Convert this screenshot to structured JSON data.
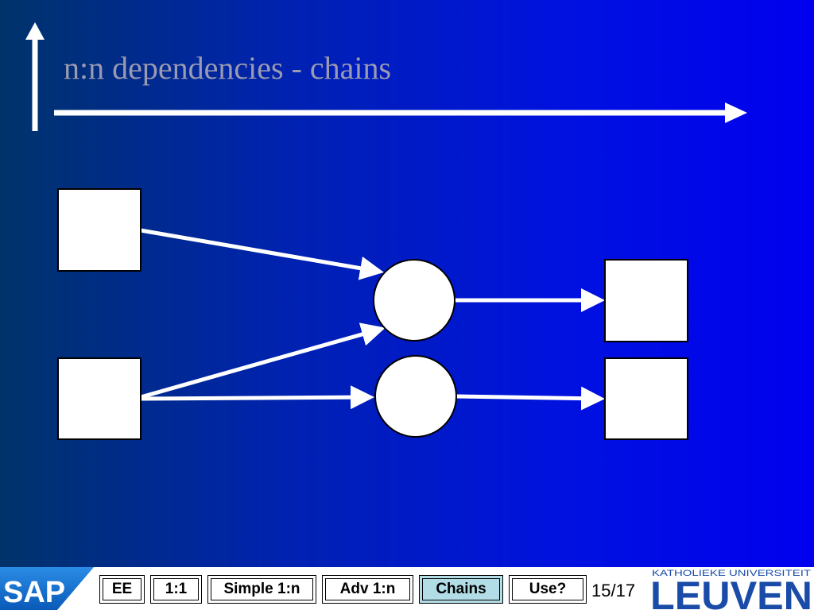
{
  "slide": {
    "title": "n:n dependencies - chains"
  },
  "nav": {
    "buttons": [
      {
        "label": "EE",
        "active": false
      },
      {
        "label": "1:1",
        "active": false
      },
      {
        "label": "Simple 1:n",
        "active": false
      },
      {
        "label": "Adv 1:n",
        "active": false
      },
      {
        "label": "Chains",
        "active": true
      },
      {
        "label": "Use?",
        "active": false
      }
    ],
    "page_number": "15/17"
  },
  "logos": {
    "sap_text": "SAP",
    "kul_top_text": "KATHOLIEKE UNIVERSITEIT",
    "kul_main_text": "LEUVEN"
  },
  "colors": {
    "background_left": "#00336a",
    "background_right": "#0000ee",
    "title": "#9a9ab0",
    "active_button": "#b3dde6",
    "sap_blue": "#0a6ed1",
    "kul_blue": "#1a4ba8"
  }
}
